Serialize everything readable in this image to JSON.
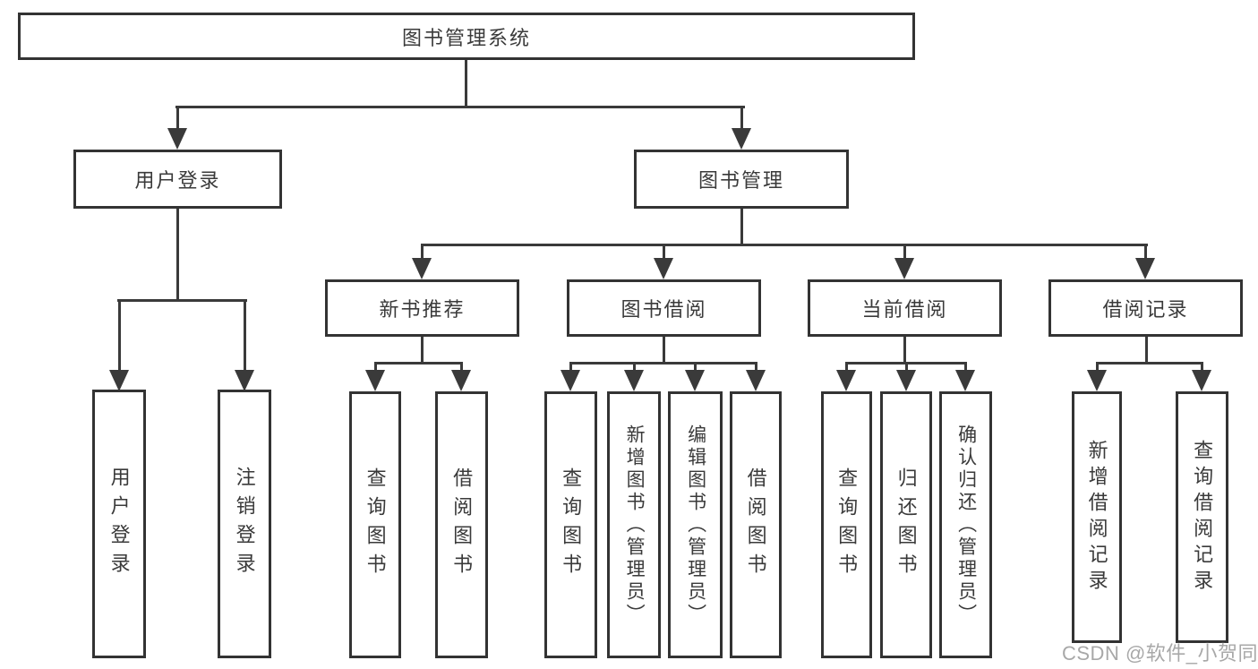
{
  "watermark": "CSDN @软件_小贺同学",
  "colors": {
    "line": "#3a3a3a",
    "box_border": "#333333",
    "text": "#3a3a3a",
    "background": "#ffffff",
    "watermark": "#a8a8a8"
  },
  "tree": {
    "root": "图书管理系统",
    "children": [
      {
        "label": "用户登录",
        "children": [
          {
            "label": "用户登录"
          },
          {
            "label": "注销登录"
          }
        ]
      },
      {
        "label": "图书管理",
        "children": [
          {
            "label": "新书推荐",
            "children": [
              {
                "label": "查询图书"
              },
              {
                "label": "借阅图书"
              }
            ]
          },
          {
            "label": "图书借阅",
            "children": [
              {
                "label": "查询图书"
              },
              {
                "label": "新增图书（管理员）"
              },
              {
                "label": "编辑图书（管理员）"
              },
              {
                "label": "借阅图书"
              }
            ]
          },
          {
            "label": "当前借阅",
            "children": [
              {
                "label": "查询图书"
              },
              {
                "label": "归还图书"
              },
              {
                "label": "确认归还（管理员）"
              }
            ]
          },
          {
            "label": "借阅记录",
            "children": [
              {
                "label": "新增借阅记录"
              },
              {
                "label": "查询借阅记录"
              }
            ]
          }
        ]
      }
    ]
  }
}
